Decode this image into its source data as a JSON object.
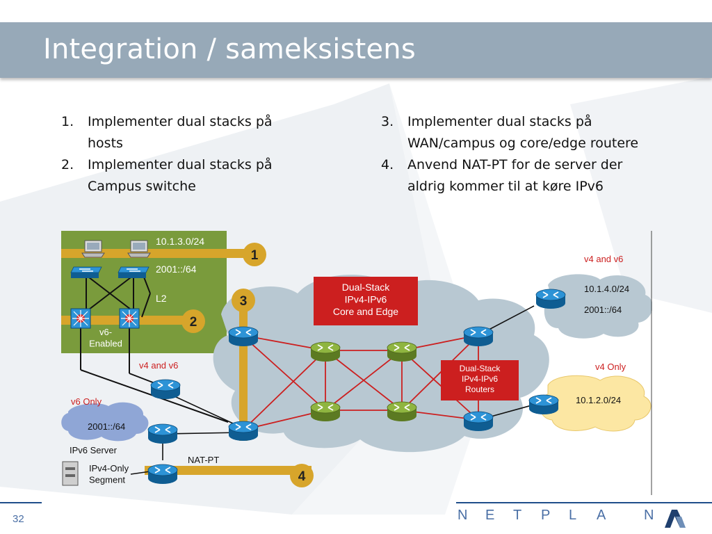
{
  "slide": {
    "title": "Integration / sameksistens",
    "page_number": "32"
  },
  "list_left": [
    {
      "num": "1.",
      "text": "Implementer dual stacks på hosts"
    },
    {
      "num": "2.",
      "text": "Implementer dual stacks på Campus switche"
    }
  ],
  "list_right": [
    {
      "num": "3.",
      "text": "Implementer dual stacks på WAN/campus og core/edge routere"
    },
    {
      "num": "4.",
      "text": "Anvend NAT-PT for de server der aldrig kommer til at køre IPv6"
    }
  ],
  "diagram": {
    "campus_v4": "10.1.3.0/24",
    "campus_v6": "2001::/64",
    "l2_label": "L2",
    "v6_enabled": "v6-\nEnabled",
    "steps": [
      "1",
      "2",
      "3",
      "4"
    ],
    "core_box": "Dual-Stack\nIPv4-IPv6\nCore and Edge",
    "routers_box": "Dual-Stack\nIPv4-IPv6\nRouters",
    "v4v6_left": "v4 and v6",
    "v4v6_right": "v4 and v6",
    "cloud_top_v4": "10.1.4.0/24",
    "cloud_top_v6": "2001::/64",
    "v4only_label": "v4 Only",
    "cloud_v4only": "10.1.2.0/24",
    "v6only_label": "v6 Only",
    "cloud_v6only": "2001::/64",
    "ipv6_server": "IPv6 Server",
    "ipv4_segment": "IPv4-Only\nSegment",
    "natpt": "NAT-PT"
  },
  "brand": {
    "letters": [
      "N",
      "E",
      "T",
      "P",
      "L",
      "A",
      "N"
    ]
  },
  "colors": {
    "title_bar": "#97a9b8",
    "campus_green": "#7a9b3c",
    "step_gold": "#d7a52b",
    "router_blue": "#1e7fc0",
    "core_red": "#cc1f1f",
    "cloud_gray": "#b8c8d2",
    "cloud_blue": "#8fa6d6",
    "cloud_yellow": "#fce7a3"
  }
}
